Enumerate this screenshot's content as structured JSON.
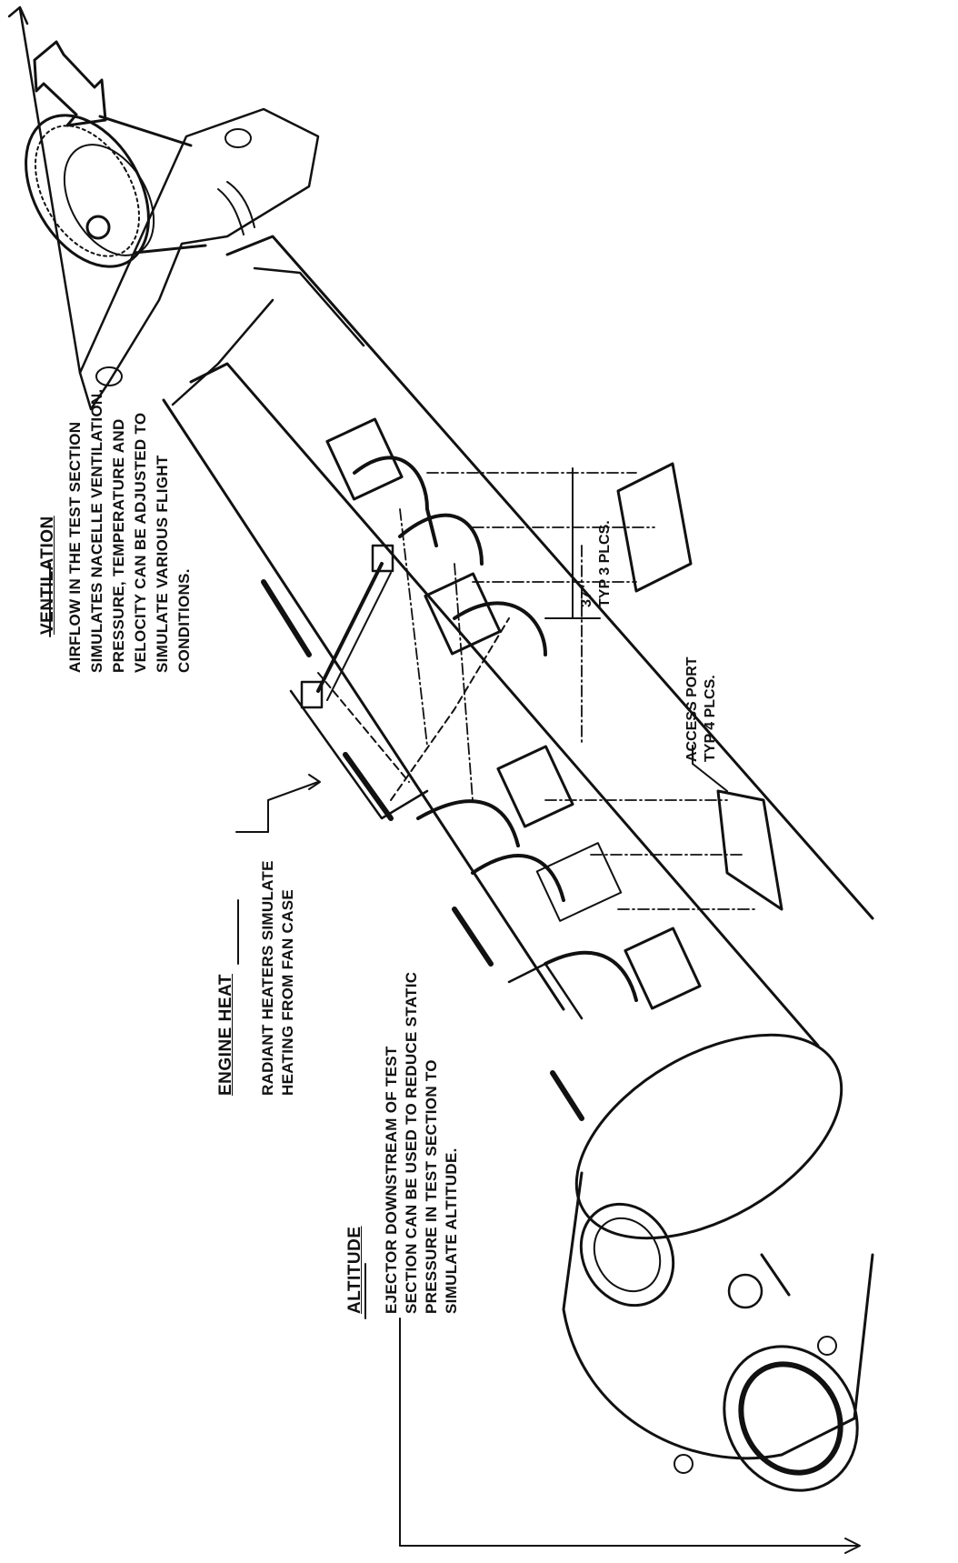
{
  "ventilation": {
    "heading": "VENTILATION",
    "lines": [
      "AIRFLOW IN THE TEST SECTION",
      "SIMULATES NACELLE VENTILATION.",
      "PRESSURE, TEMPERATURE AND",
      "VELOCITY CAN BE ADJUSTED TO",
      "SIMULATE VARIOUS FLIGHT",
      "CONDITIONS."
    ]
  },
  "engine_heat": {
    "heading": "ENGINE HEAT",
    "lines": [
      "RADIANT HEATERS SIMULATE",
      "HEATING FROM FAN CASE"
    ]
  },
  "altitude": {
    "heading": "ALTITUDE",
    "lines": [
      "EJECTOR DOWNSTREAM OF TEST",
      "SECTION CAN BE USED TO REDUCE STATIC",
      "PRESSURE IN TEST SECTION TO",
      "SIMULATE ALTITUDE."
    ]
  },
  "callouts": {
    "dimension": {
      "value": "37\"",
      "note": "TYP 3 PLCS."
    },
    "access_port": {
      "label": "ACCESS PORT",
      "note": "TYP 4 PLCS."
    }
  }
}
